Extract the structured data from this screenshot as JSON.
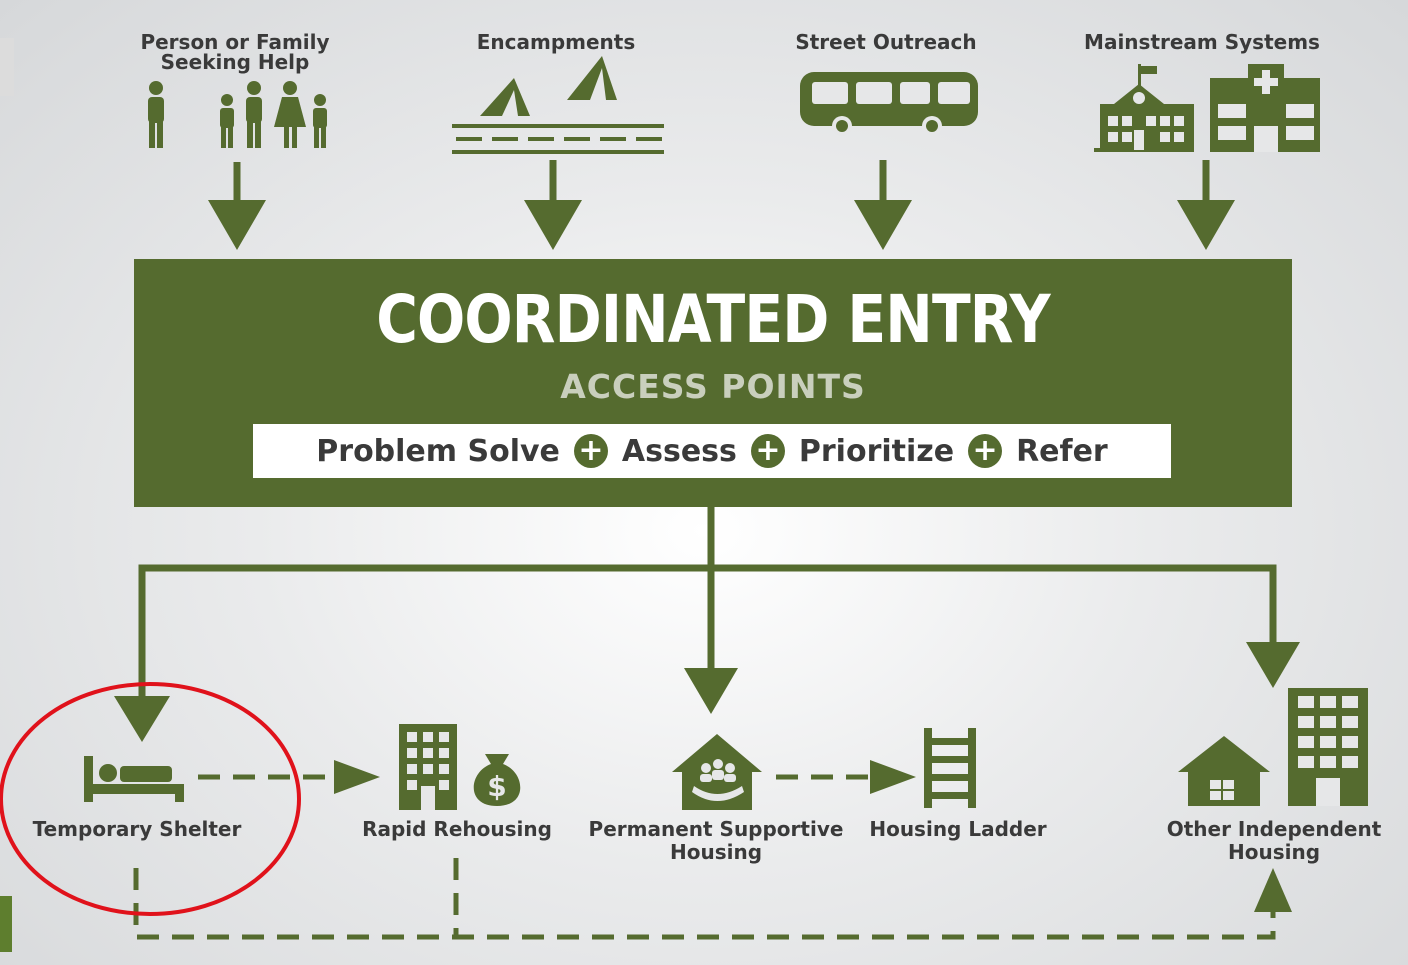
{
  "sources": [
    {
      "label": "Person or Family\nSeeking Help",
      "icon": "family-icon"
    },
    {
      "label": "Encampments",
      "icon": "tents-icon"
    },
    {
      "label": "Street Outreach",
      "icon": "bus-icon"
    },
    {
      "label": "Mainstream Systems",
      "icon": "school-hospital-icon"
    }
  ],
  "center": {
    "title": "COORDINATED ENTRY",
    "subtitle": "ACCESS POINTS",
    "steps": [
      "Problem Solve",
      "Assess",
      "Prioritize",
      "Refer"
    ]
  },
  "destinations": [
    {
      "label": "Temporary Shelter",
      "icon": "bed-icon"
    },
    {
      "label": "Rapid Rehousing",
      "icon": "building-money-icon"
    },
    {
      "label": "Permanent Supportive\nHousing",
      "icon": "house-hand-icon"
    },
    {
      "label": "Housing Ladder",
      "icon": "ladder-icon"
    },
    {
      "label": "Other Independent\nHousing",
      "icon": "house-building-icon"
    }
  ],
  "colors": {
    "green": "#556b2f",
    "highlight": "#e0121b",
    "text": "#3a3a3a"
  }
}
